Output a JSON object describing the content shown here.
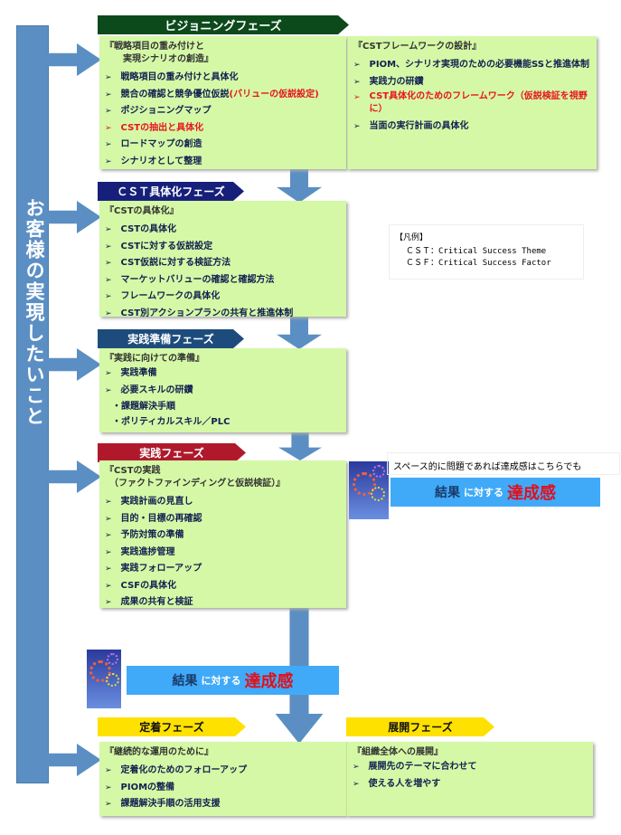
{
  "left_bar": {
    "label": "お客様の実現したいこと"
  },
  "phases": {
    "vision": {
      "label": "ビジョニングフェーズ",
      "color": "#0c4a1c",
      "left": {
        "title": "『戦略項目の重み付けと\n　　実現シナリオの創造』",
        "items": [
          "戦略項目の重み付けと具体化",
          "競合の確認と競争優位仮説",
          "ポジショニングマップ",
          "CSTの抽出と具体化",
          "ロードマップの創造",
          "シナリオとして整理"
        ],
        "item2_red": "(バリューの仮説設定)"
      },
      "right": {
        "title": "『CSTフレームワークの設計』",
        "items": [
          "PIOM、シナリオ実現のための必要機能SSと推進体制",
          "実践力の研鑽",
          "CST具体化のためのフレームワーク（仮説検証を視野に）",
          "当面の実行計画の具体化"
        ]
      }
    },
    "cst": {
      "label": "ＣＳＴ具体化フェーズ",
      "color": "#16207a",
      "title": "『CSTの具体化』",
      "items": [
        "CSTの具体化",
        "CSTに対する仮説設定",
        "CST仮説に対する検証方法",
        "マーケットバリューの確認と確認方法",
        "フレームワークの具体化",
        "CST別アクションプランの共有と推進体制"
      ]
    },
    "prep": {
      "label": "実践準備フェーズ",
      "color": "#1d4c7c",
      "title": "『実践に向けての準備』",
      "items": [
        "実践準備",
        "必要スキルの研鑽"
      ],
      "subs": [
        "課題解決手順",
        "ポリティカルスキル／PLC"
      ]
    },
    "practice": {
      "label": "実践フェーズ",
      "color": "#b0192c",
      "title": "『CSTの実践\n　（ファクトファインディングと仮説検証）』",
      "items": [
        "実践計画の見直し",
        "目的・目標の再確認",
        "予防対策の準備",
        "実践進捗管理",
        "実践フォローアップ",
        "CSFの具体化",
        "成果の共有と検証"
      ]
    },
    "settle": {
      "label": "定着フェーズ",
      "color": "#ffe100",
      "title": "『継続的な運用のために』",
      "items": [
        "定着化のためのフォローアップ",
        "PIOMの整備",
        "課題解決手順の活用支援"
      ]
    },
    "expand": {
      "label": "展開フェーズ",
      "color": "#ffe100",
      "title": "『組織全体への展開』",
      "items": [
        "展開先のテーマに合わせて",
        "使える人を増やす"
      ]
    }
  },
  "legend": {
    "title": "【凡例】",
    "lines": [
      "ＣＳＴ：Critical Success Theme",
      "ＣＳＦ：Critical Success Factor"
    ]
  },
  "note": "スペース的に問題であれば達成感はこちらでも",
  "banner": {
    "a": "結果",
    "b": "に対する",
    "c": "達成感"
  }
}
